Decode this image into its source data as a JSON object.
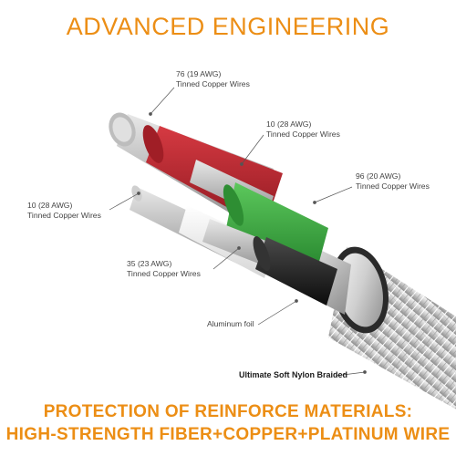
{
  "header": {
    "title": "ADVANCED ENGINEERING"
  },
  "labels": {
    "wire_76": {
      "gauge": "76 (19 AWG)",
      "desc": "Tinned Copper Wires"
    },
    "wire_10_top": {
      "gauge": "10 (28 AWG)",
      "desc": "Tinned Copper Wires"
    },
    "wire_96": {
      "gauge": "96 (20 AWG)",
      "desc": "Tinned Copper Wires"
    },
    "wire_10_left": {
      "gauge": "10 (28 AWG)",
      "desc": "Tinned Copper Wires"
    },
    "wire_35": {
      "gauge": "35 (23 AWG)",
      "desc": "Tinned Copper Wires"
    },
    "foil": "Aluminum foil",
    "braided": "Ultimate Soft Nylon Braided"
  },
  "footer": {
    "line1": "PROTECTION OF REINFORCE MATERIALS:",
    "line2": "HIGH-STRENGTH FIBER+COPPER+PLATINUM WIRE"
  },
  "colors": {
    "accent": "#ec8e15",
    "red_wire": "#b8222c",
    "green_wire": "#39a23c",
    "black_wire": "#1c1c1c",
    "white_wire": "#f2f2f2",
    "copper_strand": "#c9c9c9"
  }
}
